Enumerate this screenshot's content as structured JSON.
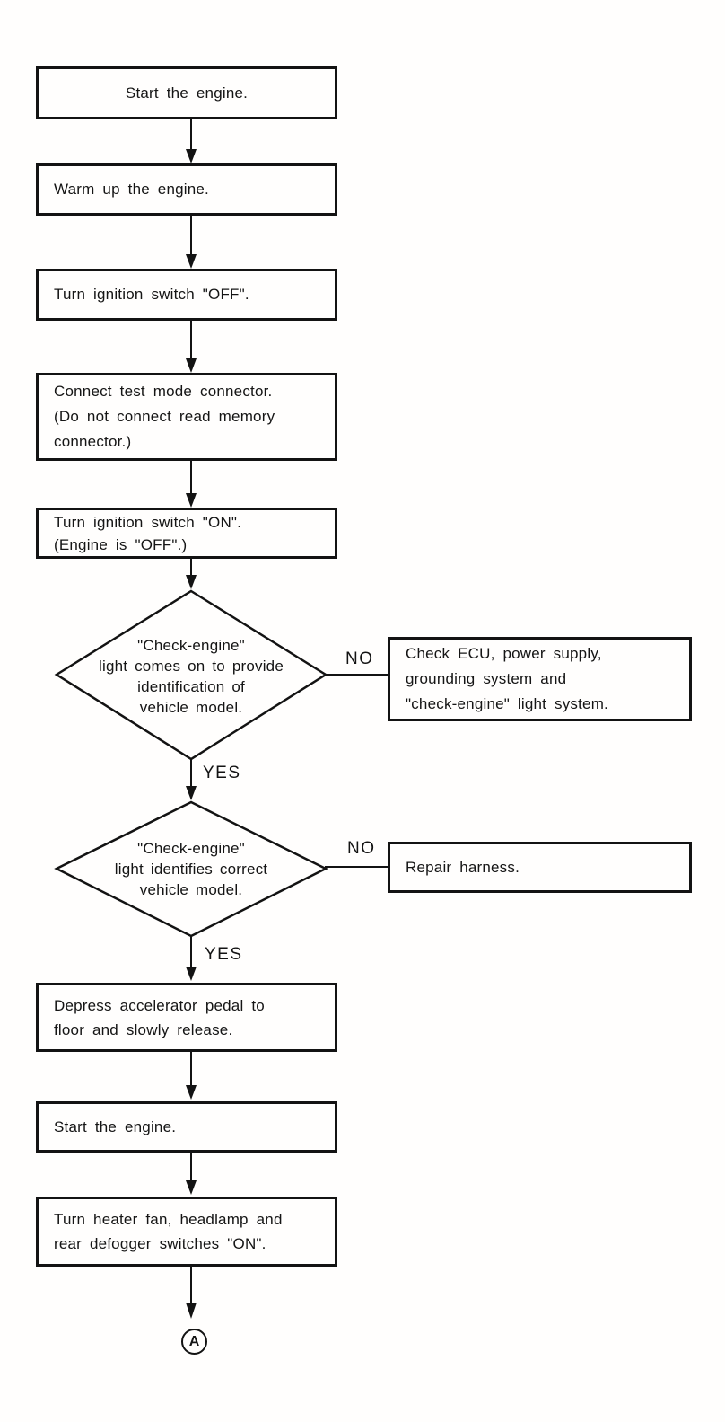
{
  "diagram": {
    "type": "flowchart",
    "branch_yes": "YES",
    "branch_no": "NO",
    "connector": "A",
    "steps": [
      {
        "lines": [
          "Start the engine."
        ]
      },
      {
        "lines": [
          "Warm up the engine."
        ]
      },
      {
        "lines": [
          "Turn ignition switch \"OFF\"."
        ]
      },
      {
        "lines": [
          "Connect test mode connector.",
          "(Do not connect read memory",
          "connector.)"
        ]
      },
      {
        "lines": [
          "Turn ignition switch \"ON\".",
          "(Engine is \"OFF\".)"
        ]
      },
      {
        "lines": [
          "Depress accelerator pedal to",
          "floor and slowly release."
        ]
      },
      {
        "lines": [
          "Start the engine."
        ]
      },
      {
        "lines": [
          "Turn heater fan, headlamp and",
          "rear defogger switches \"ON\"."
        ]
      }
    ],
    "decisions": [
      {
        "lines": [
          "\"Check-engine\"",
          "light comes on to provide",
          "identification of",
          "vehicle model."
        ],
        "no_lines": [
          "Check ECU, power supply,",
          "grounding system and",
          "\"check-engine\" light system."
        ]
      },
      {
        "lines": [
          "\"Check-engine\"",
          "light identifies  correct",
          "vehicle model."
        ],
        "no_lines": [
          "Repair harness."
        ]
      }
    ]
  }
}
